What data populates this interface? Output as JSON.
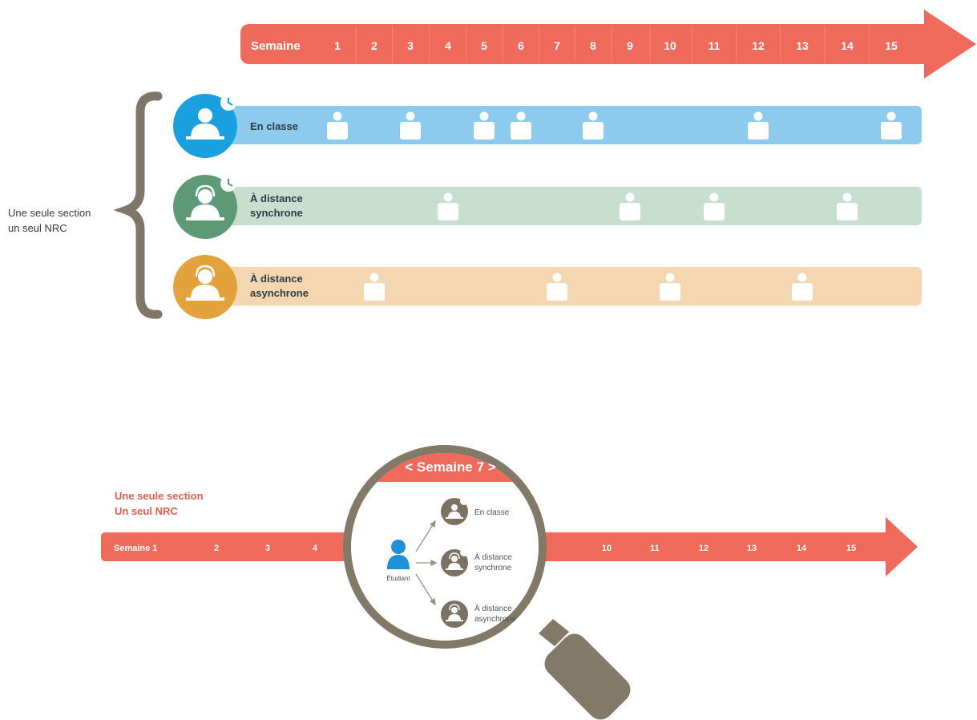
{
  "colors": {
    "timeline": "#ef6a5b",
    "lane_blue": "#8ccbee",
    "icon_blue": "#1aa0df",
    "lane_green": "#c8dece",
    "icon_green": "#5f9a76",
    "lane_orange": "#f4d6b1",
    "icon_orange": "#e4a23d",
    "brace": "#7f7667",
    "lens_ring": "#827968",
    "student_blue": "#1f8fd6",
    "mode_icon": "#7b7263",
    "text_dark": "#3a3a3a",
    "text_red": "#e95c4c"
  },
  "top_timeline": {
    "label": "Semaine",
    "weeks": [
      "1",
      "2",
      "3",
      "4",
      "5",
      "6",
      "7",
      "8",
      "9",
      "10",
      "11",
      "12",
      "13",
      "14",
      "15"
    ]
  },
  "group_label": {
    "line1": "Une seule section",
    "line2": "un seul NRC"
  },
  "lanes": [
    {
      "id": "en-classe",
      "line1": "En classe",
      "line2": "",
      "icon": "desk-person-clock-icon",
      "color": "blue",
      "person_weeks": [
        1,
        3,
        5,
        6,
        8,
        12,
        15
      ]
    },
    {
      "id": "distance-synchrone",
      "line1": "À distance",
      "line2": "synchrone",
      "icon": "desk-person-headset-clock-icon",
      "color": "green",
      "person_weeks": [
        4,
        9,
        11,
        14
      ]
    },
    {
      "id": "distance-asynchrone",
      "line1": "À distance",
      "line2": "asynchrone",
      "icon": "desk-person-headset-icon",
      "color": "orange",
      "person_weeks": [
        2,
        7,
        10,
        13
      ]
    }
  ],
  "bottom": {
    "label_line1": "Une seule section",
    "label_line2": "Un seul NRC",
    "timeline_left": [
      "Semaine 1",
      "2",
      "3",
      "4"
    ],
    "timeline_right": [
      "10",
      "11",
      "12",
      "13",
      "14",
      "15"
    ],
    "lens_header": "< Semaine 7 >",
    "student_label": "Étudiant",
    "modes": [
      {
        "line1": "En classe",
        "line2": "",
        "icon": "classroom-mode-icon"
      },
      {
        "line1": "À distance",
        "line2": "synchrone",
        "icon": "synchronous-mode-icon"
      },
      {
        "line1": "À distance",
        "line2": "asynchrone",
        "icon": "asynchronous-mode-icon"
      }
    ]
  }
}
